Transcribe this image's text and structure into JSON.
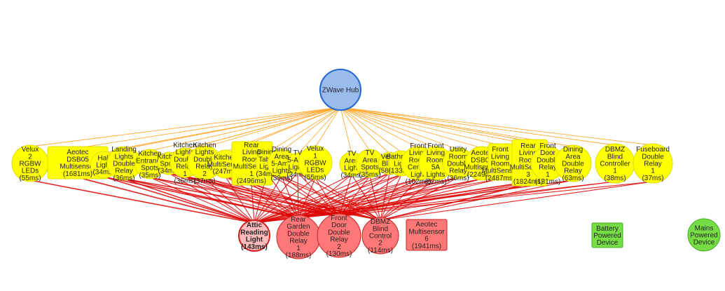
{
  "colors": {
    "hub_fill": "#99bbee",
    "hub_stroke": "#2266cc",
    "device_fill": "#ffff00",
    "device_stroke": "#dddd00",
    "secondary_fill": "#ff7777",
    "secondary_stroke": "#cc2222",
    "highlight_fill": "#ffbbbb",
    "battery_fill": "#77dd44",
    "battery_stroke": "#44aa22",
    "hub_edge": "#ffaa33",
    "mesh_edge": "#dd0000"
  },
  "hub": {
    "label": [
      "ZWave Hub"
    ]
  },
  "devices": [
    {
      "label": [
        "Velux",
        "2",
        "RGBW",
        "LEDs",
        "(55ms)"
      ],
      "shape": "circle"
    },
    {
      "label": [
        "Aeotec",
        "DSB05",
        "Multisensor",
        "(1681ms)"
      ],
      "shape": "box"
    },
    {
      "label": [
        "Hall",
        "Light",
        "(34ms)"
      ],
      "shape": "circle"
    },
    {
      "label": [
        "Landing",
        "Lights",
        "Double",
        "Relay",
        "(36ms)"
      ],
      "shape": "circle"
    },
    {
      "label": [
        "Kitchen",
        "Entrance",
        "Spots",
        "(35ms)"
      ],
      "shape": "circle"
    },
    {
      "label": [
        "Kitchen",
        "Spots",
        "(34ms)"
      ],
      "shape": "circle"
    },
    {
      "label": [
        "Kitchen",
        "Lights",
        "Double",
        "Relay",
        "1",
        "(36ms)"
      ],
      "shape": "circle"
    },
    {
      "label": [
        "Kitchen",
        "Lights",
        "Double",
        "Relay",
        "2",
        "(37ms)"
      ],
      "shape": "circle"
    },
    {
      "label": [
        "Kitchen",
        "MultiSensor",
        "(247ms)"
      ],
      "shape": "circle"
    },
    {
      "label": [
        "Rear",
        "Living",
        "Room",
        "MultiSensor",
        "1",
        "(2496ms)"
      ],
      "shape": "box"
    },
    {
      "label": [
        "Dining",
        "Table",
        "Light",
        "(34ms)"
      ],
      "shape": "circle"
    },
    {
      "label": [
        "Dining",
        "Area",
        "5-Amp",
        "Lights",
        "(39ms)"
      ],
      "shape": "circle"
    },
    {
      "label": [
        "TV",
        "5-Amp",
        "Lights",
        "(34ms)"
      ],
      "shape": "circle"
    },
    {
      "label": [
        "Velux",
        "1",
        "RGBW",
        "LEDs",
        "(55ms)"
      ],
      "shape": "circle"
    },
    {
      "label": [
        "TV",
        "Area",
        "Light",
        "(34ms)"
      ],
      "shape": "circle"
    },
    {
      "label": [
        "TV",
        "Area",
        "Spots",
        "(35ms)"
      ],
      "shape": "circle"
    },
    {
      "label": [
        "Velux",
        "Blind",
        "(58ms)"
      ],
      "shape": "circle"
    },
    {
      "label": [
        "Bathroom",
        "Light",
        "(133ms)"
      ],
      "shape": "circle"
    },
    {
      "label": [
        "Front",
        "Living",
        "Room",
        "Centre",
        "Light",
        "(102ms)"
      ],
      "shape": "circle"
    },
    {
      "label": [
        "Front",
        "Living",
        "Room",
        "5A",
        "Lights",
        "(52ms)"
      ],
      "shape": "circle"
    },
    {
      "label": [
        "Utility",
        "Room",
        "Double",
        "Relay",
        "(36ms)"
      ],
      "shape": "circle"
    },
    {
      "label": [
        "Aeotec",
        "DSB05",
        "Multisensor",
        "(2249ms)"
      ],
      "shape": "circle"
    },
    {
      "label": [
        "Front",
        "Living",
        "Room",
        "MultiSensor",
        "(2487ms)"
      ],
      "shape": "box"
    },
    {
      "label": [
        "Rear",
        "Living",
        "Room",
        "MultiSensor",
        "3",
        "(1824ms)"
      ],
      "shape": "box"
    },
    {
      "label": [
        "Front",
        "Door",
        "Double",
        "Relay",
        "1",
        "(131ms)"
      ],
      "shape": "circle"
    },
    {
      "label": [
        "Dining",
        "Area",
        "Double",
        "Relay",
        "(63ms)"
      ],
      "shape": "circle"
    },
    {
      "label": [
        "DBMZ",
        "Blind",
        "Controller",
        "1",
        "(38ms)"
      ],
      "shape": "circle"
    },
    {
      "label": [
        "Fuseboard",
        "Double",
        "Relay",
        "1",
        "(37ms)"
      ],
      "shape": "circle"
    }
  ],
  "secondary": [
    {
      "label": [
        "Attic",
        "Reading",
        "Light",
        "(143ms)"
      ],
      "shape": "circle",
      "highlight": true
    },
    {
      "label": [
        "Rear",
        "Garden",
        "Double",
        "Relay",
        "1",
        "(188ms)"
      ],
      "shape": "circle"
    },
    {
      "label": [
        "Front",
        "Door",
        "Double",
        "Relay",
        "2",
        "(130ms)"
      ],
      "shape": "circle"
    },
    {
      "label": [
        "DBMZ",
        "Blind",
        "Control",
        "2",
        "(114ms)"
      ],
      "shape": "circle"
    },
    {
      "label": [
        "Aeotec",
        "Multisensor",
        "6",
        "(1941ms)"
      ],
      "shape": "box"
    }
  ],
  "legend": [
    {
      "label": [
        "Battery",
        "Powered",
        "Device"
      ],
      "shape": "box"
    },
    {
      "label": [
        "Mains",
        "Powered",
        "Device"
      ],
      "shape": "circle"
    }
  ]
}
